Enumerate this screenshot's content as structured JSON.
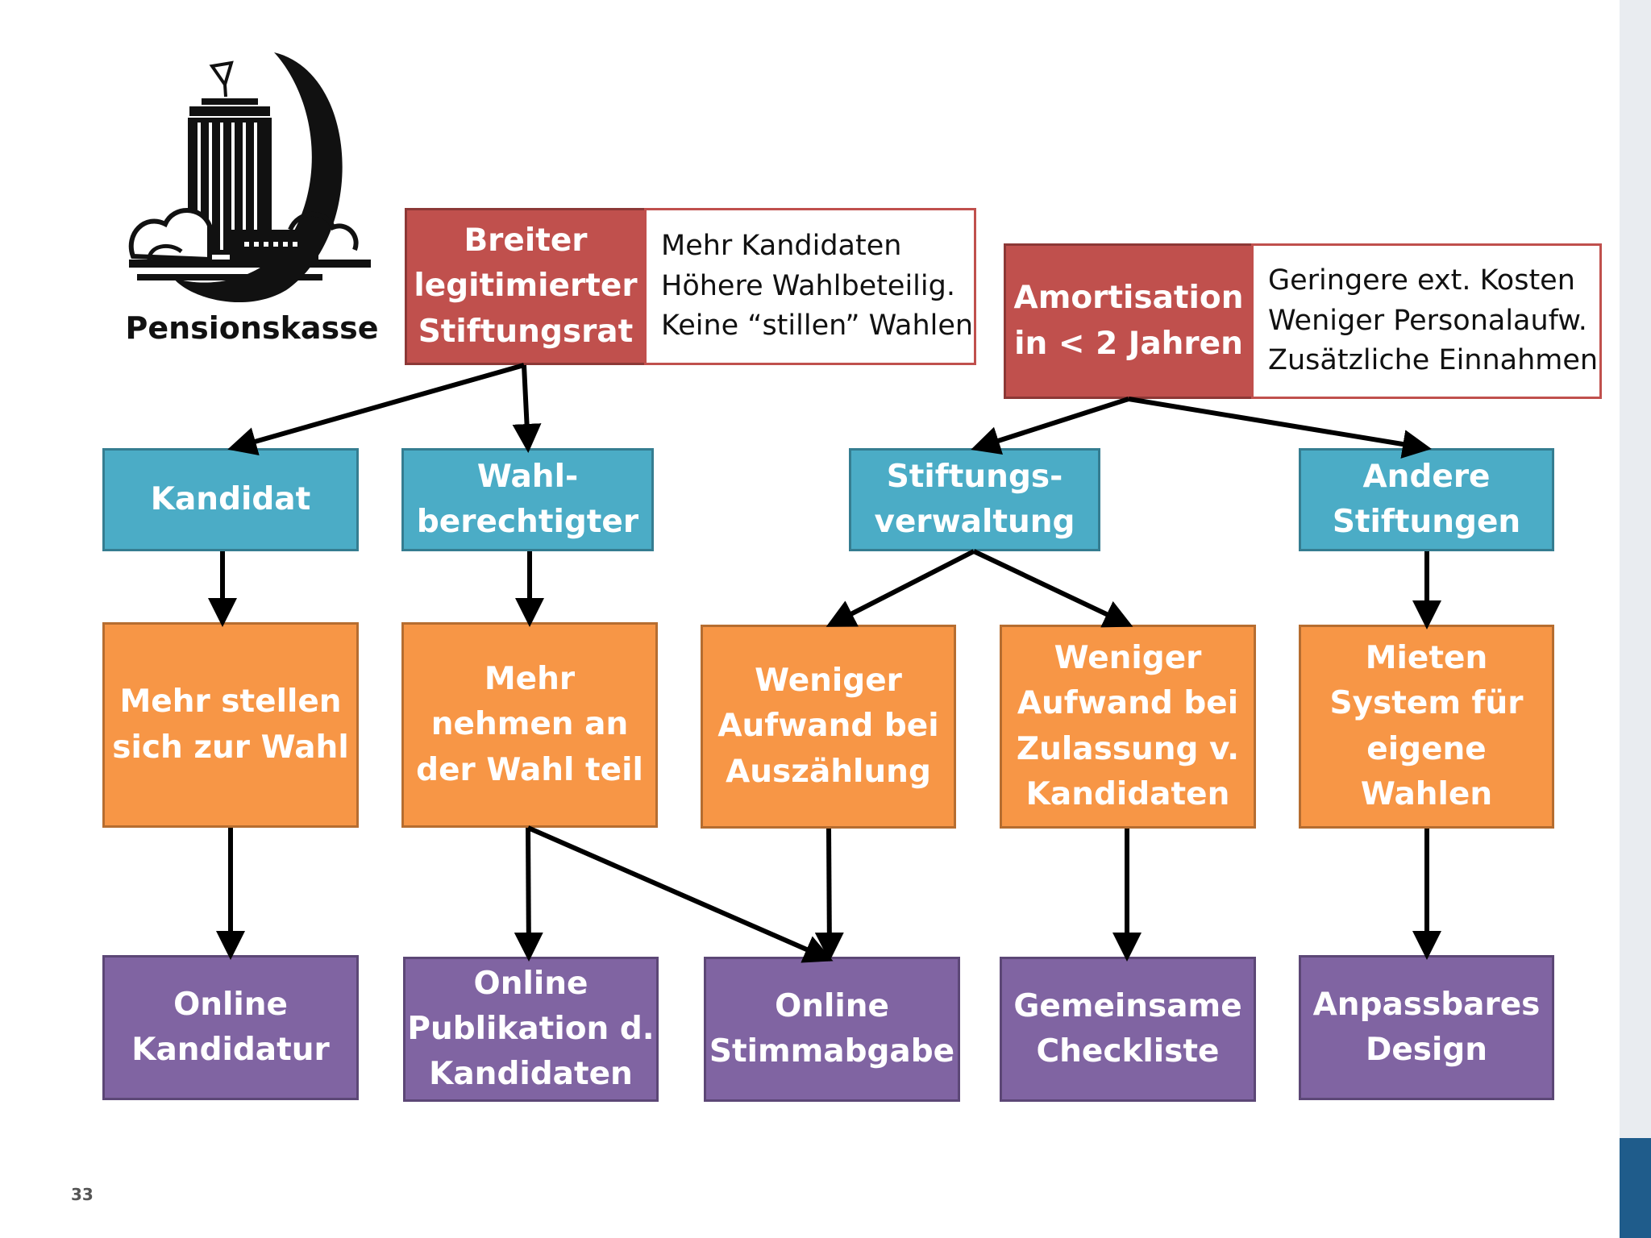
{
  "slide": {
    "page_number": "33",
    "logo": {
      "label": "Pensionskasse",
      "icon": "building-logo-icon"
    }
  },
  "diagram": {
    "goals": [
      {
        "id": "goal-1",
        "label": "Breiter\nlegitimierter\nStiftungsrat",
        "note": "Mehr Kandidaten\nHöhere Wahlbeteilig.\nKeine “stillen” Wahlen"
      },
      {
        "id": "goal-2",
        "label": "Amortisation\nin < 2 Jahren",
        "note": "Geringere ext. Kosten\nWeniger Personalaufw.\nZusätzliche Einnahmen"
      }
    ],
    "stakeholders": [
      {
        "id": "sh-1",
        "label": "Kandidat"
      },
      {
        "id": "sh-2",
        "label": "Wahl-\nberechtigter"
      },
      {
        "id": "sh-3",
        "label": "Stiftungs-\nverwaltung"
      },
      {
        "id": "sh-4",
        "label": "Andere\nStiftungen"
      }
    ],
    "effects": [
      {
        "id": "ef-1",
        "label": "Mehr stellen\nsich zur Wahl"
      },
      {
        "id": "ef-2",
        "label": "Mehr\nnehmen an\nder Wahl teil"
      },
      {
        "id": "ef-3",
        "label": "Weniger\nAufwand bei\nAuszählung"
      },
      {
        "id": "ef-4",
        "label": "Weniger\nAufwand bei\nZulassung v.\nKandidaten"
      },
      {
        "id": "ef-5",
        "label": "Mieten\nSystem für\neigene\nWahlen"
      }
    ],
    "features": [
      {
        "id": "ft-1",
        "label": "Online\nKandidatur"
      },
      {
        "id": "ft-2",
        "label": "Online\nPublikation d.\nKandidaten"
      },
      {
        "id": "ft-3",
        "label": "Online\nStimmabgabe"
      },
      {
        "id": "ft-4",
        "label": "Gemeinsame\nCheckliste"
      },
      {
        "id": "ft-5",
        "label": "Anpassbares\nDesign"
      }
    ],
    "edges": [
      [
        "goal-1",
        "sh-1"
      ],
      [
        "goal-1",
        "sh-2"
      ],
      [
        "goal-2",
        "sh-3"
      ],
      [
        "goal-2",
        "sh-4"
      ],
      [
        "sh-1",
        "ef-1"
      ],
      [
        "sh-2",
        "ef-2"
      ],
      [
        "sh-3",
        "ef-3"
      ],
      [
        "sh-3",
        "ef-4"
      ],
      [
        "sh-4",
        "ef-5"
      ],
      [
        "ef-1",
        "ft-1"
      ],
      [
        "ef-2",
        "ft-2"
      ],
      [
        "ef-2",
        "ft-3"
      ],
      [
        "ef-3",
        "ft-3"
      ],
      [
        "ef-4",
        "ft-4"
      ],
      [
        "ef-5",
        "ft-5"
      ]
    ],
    "colors": {
      "goal": "#c0504d",
      "stakeholder": "#4bacc6",
      "effect": "#f79646",
      "feature": "#8064a2",
      "arrow": "#000000"
    }
  }
}
